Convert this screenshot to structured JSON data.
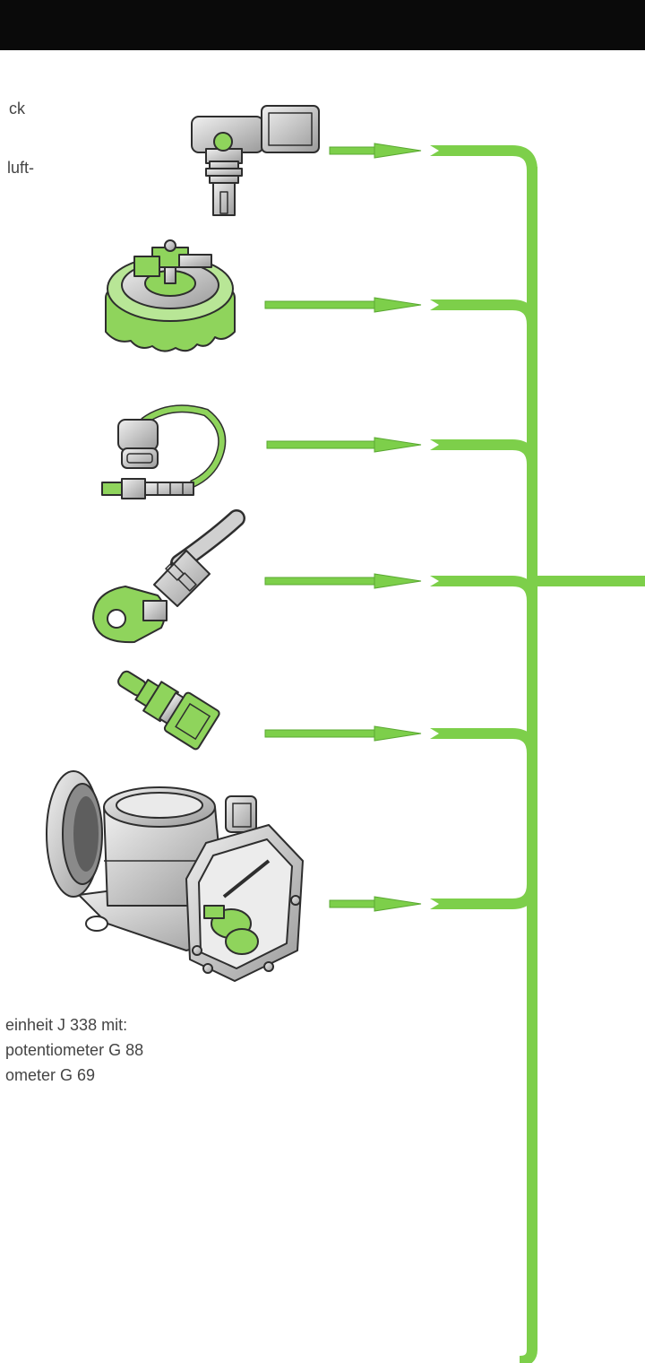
{
  "colors": {
    "top_bar": "#0a0a0a",
    "bus_green": "#7dcf4a",
    "bus_edge": "#5aa832",
    "sensor_green": "#8fd45c",
    "sensor_outline": "#2e2e2e",
    "metal_gray": "#c8c8c8",
    "text_gray": "#444444"
  },
  "labels": {
    "top_line_1": "ck",
    "top_line_2": "luft-",
    "bottom_line_1": "einheit J 338 mit:",
    "bottom_line_2": "potentiometer G 88",
    "bottom_line_3": "ometer G 69"
  },
  "icons": {
    "sensor_1": "pressure-sensor-icon",
    "sensor_2": "hall-sender-icon",
    "sensor_3": "lambda-probe-icon",
    "sensor_4": "knock-sensor-icon",
    "sensor_5": "temperature-sensor-icon",
    "sensor_6": "throttle-body-icon"
  }
}
